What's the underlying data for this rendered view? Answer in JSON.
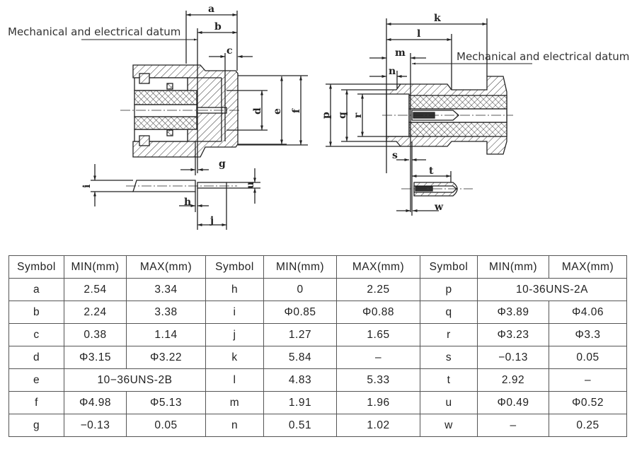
{
  "drawing": {
    "datum_left": "Mechanical and electrical datum",
    "datum_right": "Mechanical and electrical datum",
    "labels": {
      "a": "a",
      "b": "b",
      "c": "c",
      "d": "d",
      "e": "e",
      "f": "f",
      "g": "g",
      "h": "h",
      "i": "i",
      "j": "j",
      "k": "k",
      "l": "l",
      "m": "m",
      "n": "n",
      "p": "p",
      "q": "q",
      "r": "r",
      "s": "s",
      "t": "t",
      "u": "u",
      "w": "w"
    }
  },
  "table": {
    "headers": [
      "Symbol",
      "MIN(mm)",
      "MAX(mm)",
      "Symbol",
      "MIN(mm)",
      "MAX(mm)",
      "Symbol",
      "MIN(mm)",
      "MAX(mm)"
    ],
    "rows": [
      [
        {
          "sym": "a",
          "min": "2.54",
          "max": "3.34"
        },
        {
          "sym": "h",
          "min": "0",
          "max": "2.25"
        },
        {
          "sym": "p",
          "span": "10-36UNS-2A"
        }
      ],
      [
        {
          "sym": "b",
          "min": "2.24",
          "max": "3.38"
        },
        {
          "sym": "i",
          "min": "Φ0.85",
          "max": "Φ0.88"
        },
        {
          "sym": "q",
          "min": "Φ3.89",
          "max": "Φ4.06"
        }
      ],
      [
        {
          "sym": "c",
          "min": "0.38",
          "max": "1.14"
        },
        {
          "sym": "j",
          "min": "1.27",
          "max": "1.65"
        },
        {
          "sym": "r",
          "min": "Φ3.23",
          "max": "Φ3.3"
        }
      ],
      [
        {
          "sym": "d",
          "min": "Φ3.15",
          "max": "Φ3.22"
        },
        {
          "sym": "k",
          "min": "5.84",
          "max": "–"
        },
        {
          "sym": "s",
          "min": "−0.13",
          "max": "0.05"
        }
      ],
      [
        {
          "sym": "e",
          "span": "10−36UNS-2B"
        },
        {
          "sym": "l",
          "min": "4.83",
          "max": "5.33"
        },
        {
          "sym": "t",
          "min": "2.92",
          "max": "–"
        }
      ],
      [
        {
          "sym": "f",
          "min": "Φ4.98",
          "max": "Φ5.13"
        },
        {
          "sym": "m",
          "min": "1.91",
          "max": "1.96"
        },
        {
          "sym": "u",
          "min": "Φ0.49",
          "max": "Φ0.52"
        }
      ],
      [
        {
          "sym": "g",
          "min": "−0.13",
          "max": "0.05"
        },
        {
          "sym": "n",
          "min": "0.51",
          "max": "1.02"
        },
        {
          "sym": "w",
          "min": "–",
          "max": "0.25"
        }
      ]
    ]
  }
}
